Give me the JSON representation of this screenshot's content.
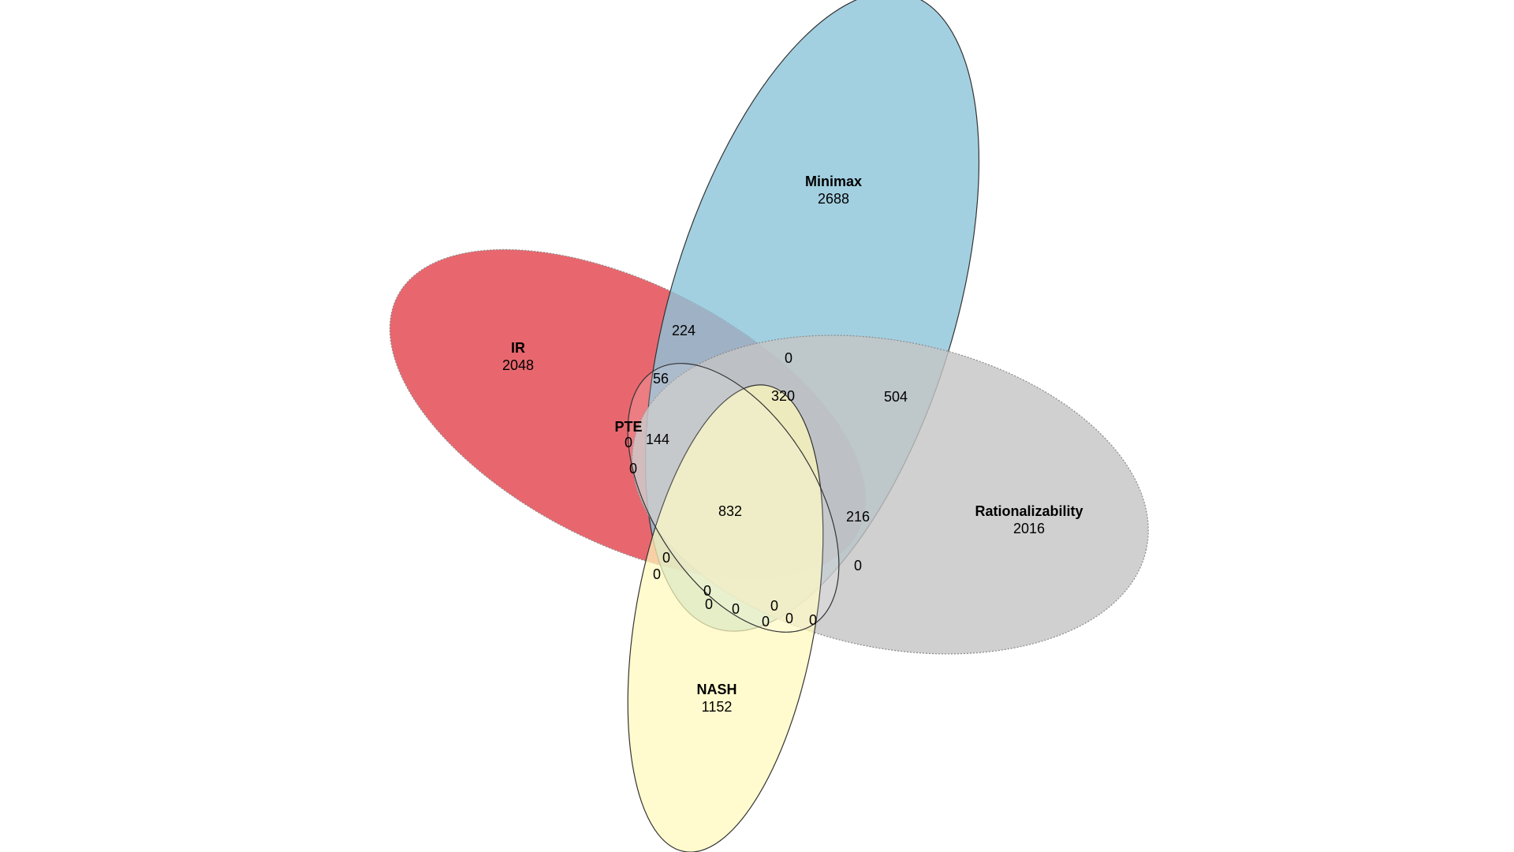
{
  "diagram": {
    "type": "venn",
    "sets": [
      {
        "key": "ir",
        "name": "IR",
        "count": "2048",
        "color": "#e44c55"
      },
      {
        "key": "minimax",
        "name": "Minimax",
        "count": "2688",
        "color": "#8cc4da"
      },
      {
        "key": "rationalizability",
        "name": "Rationalizability",
        "count": "2016",
        "color": "#c4c4c4"
      },
      {
        "key": "nash",
        "name": "NASH",
        "count": "1152",
        "color": "#fff9bb"
      },
      {
        "key": "pte",
        "name": "PTE",
        "count": "",
        "color": "#ffffff"
      }
    ],
    "regions": [
      {
        "id": "ir-minimax",
        "value": "224"
      },
      {
        "id": "minimax-nash-top",
        "value": "0"
      },
      {
        "id": "ir-minimax-pte",
        "value": "56"
      },
      {
        "id": "ir-minimax-nash-rat",
        "value": "320"
      },
      {
        "id": "minimax-rat",
        "value": "504"
      },
      {
        "id": "ir-pte-a",
        "value": "0"
      },
      {
        "id": "ir-minimax-pte-rat",
        "value": "144"
      },
      {
        "id": "ir-pte-b",
        "value": "0"
      },
      {
        "id": "core",
        "value": "832"
      },
      {
        "id": "ir-minimax-rat",
        "value": "216"
      },
      {
        "id": "ir-nash-a",
        "value": "0"
      },
      {
        "id": "ir-rat-edge",
        "value": "0"
      },
      {
        "id": "ir-nash-b",
        "value": "0"
      },
      {
        "id": "nash-rat-a",
        "value": "0"
      },
      {
        "id": "nash-rat-b",
        "value": "0"
      },
      {
        "id": "nash-rat-c",
        "value": "0"
      },
      {
        "id": "nash-rat-d",
        "value": "0"
      },
      {
        "id": "nash-rat-e",
        "value": "0"
      },
      {
        "id": "nash-rat-f",
        "value": "0"
      },
      {
        "id": "nash-rat-g",
        "value": "0"
      }
    ]
  }
}
